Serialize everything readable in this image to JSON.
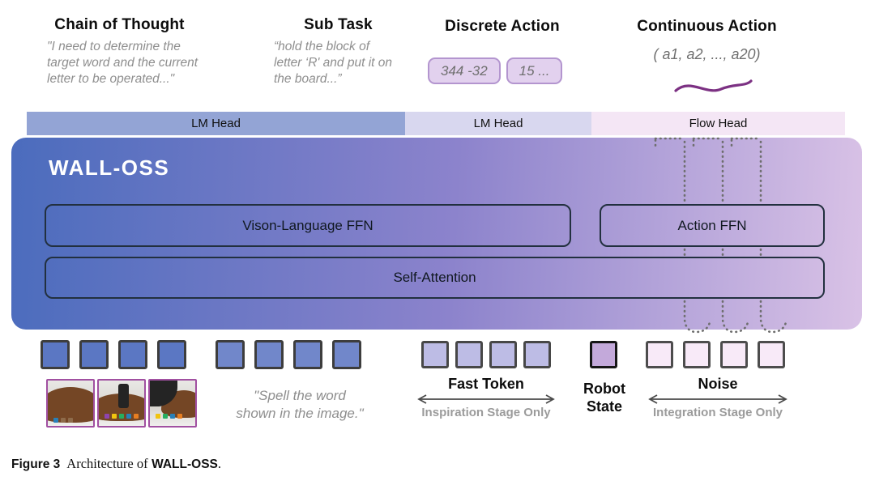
{
  "columns": [
    {
      "title": "Chain of Thought",
      "quote": "\"I need to determine the\ntarget word and the current\nletter to be operated...\""
    },
    {
      "title": "Sub Task",
      "quote": "“hold the block of\nletter ‘R' and put it on\nthe board...”"
    },
    {
      "title": "Discrete Action",
      "tokens": [
        "344 -32",
        "15 ..."
      ]
    },
    {
      "title": "Continuous Action",
      "vector": "( a1, a2, ..., a20)"
    }
  ],
  "heads": {
    "lm1": "LM Head",
    "lm2": "LM Head",
    "flow": "Flow Head"
  },
  "model": {
    "title": "WALL-OSS",
    "vl_ffn": "Vison-Language FFN",
    "action_ffn": "Action FFN",
    "self_attention": "Self-Attention"
  },
  "tokens": {
    "image": {
      "name": "image-token",
      "count": 4,
      "size": 36,
      "color": "#5b77c3",
      "border": "#3d3d3d"
    },
    "text": {
      "name": "text-token",
      "count": 4,
      "size": 36,
      "color": "#7187ca",
      "border": "#3d3d3d"
    },
    "fast": {
      "name": "fast-token",
      "count": 4,
      "size": 34,
      "color": "#bdbce5",
      "border": "#474747"
    },
    "state": {
      "name": "robot-state-token",
      "count": 1,
      "size": 34,
      "color": "#c3a9da",
      "border": "#161616"
    },
    "noise": {
      "name": "noise-token",
      "count": 4,
      "size": 34,
      "color": "#f8eaf8",
      "border": "#4d4d4d"
    }
  },
  "bottom": {
    "vision_quote": "\"Spell the word\nshown in the image.\"",
    "fast_token": {
      "label": "Fast Token",
      "stage": "Inspiration Stage Only"
    },
    "robot_state": {
      "label": "Robot\nState"
    },
    "noise": {
      "label": "Noise",
      "stage": "Integration Stage Only"
    }
  },
  "caption": {
    "figure": "Figure 3",
    "body": "Architecture of",
    "model": "WALL-OSS",
    "period": "."
  },
  "colors": {
    "head1": "#93a4d5",
    "head2": "#d8d7ef",
    "head3": "#f4e6f5",
    "model_left": "#4b6cbd",
    "model_mid": "#8c83cc",
    "model_right": "#d9c2e6",
    "block_border": "#22303f",
    "token_fill": "#e2d1ee",
    "token_border": "#b395cf",
    "squiggle": "#7c3183",
    "photo_border": "#a150a1",
    "quote_gray": "#8e8e8e",
    "stage_gray": "#9b9b9b",
    "dotted": "#6e6e6e",
    "arrow": "#4a4a4a"
  }
}
